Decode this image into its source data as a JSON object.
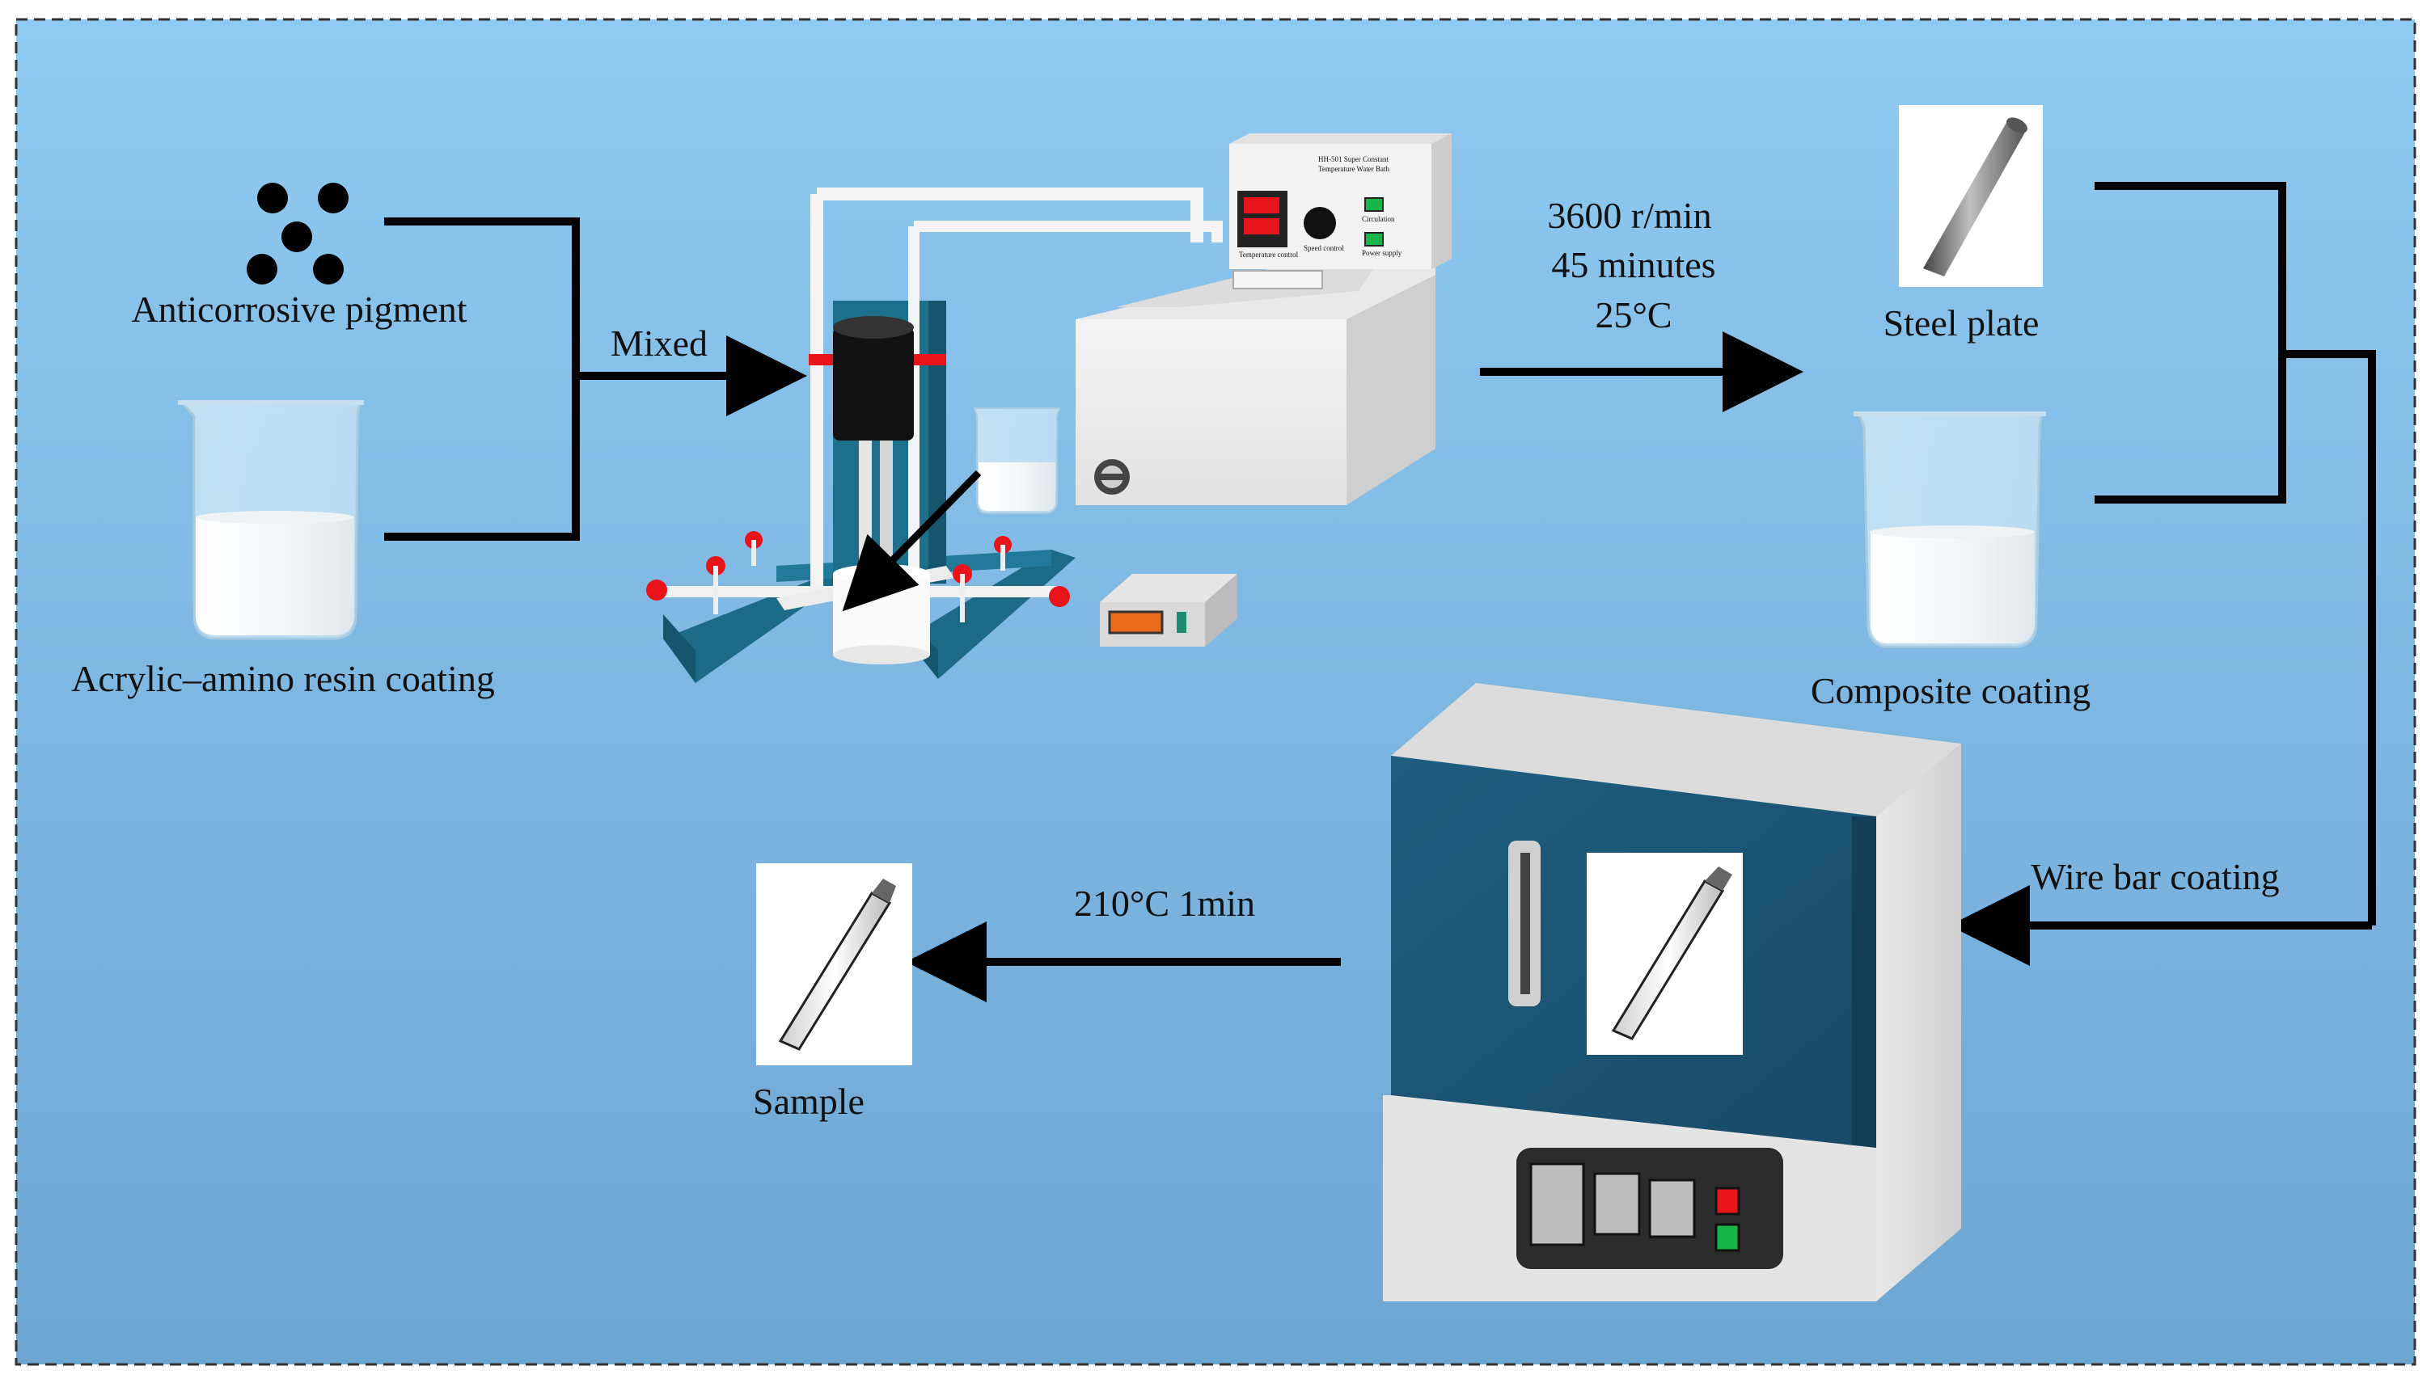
{
  "labels": {
    "anticorrosive_pigment": "Anticorrosive pigment",
    "acrylic_amino_resin": "Acrylic–amino resin coating",
    "mixed": "Mixed",
    "speed": "3600 r/min",
    "duration": "45 minutes",
    "temperature": "25°C",
    "steel_plate": "Steel plate",
    "composite_coating": "Composite coating",
    "wire_bar_coating": "Wire bar coating",
    "curing": "210°C 1min",
    "sample": "Sample"
  },
  "water_bath_panel": {
    "title_line1": "HH-501 Super Constant",
    "title_line2": "Temperature Water Bath",
    "circulation": "Circulation",
    "temperature_control": "Temperature control",
    "speed_control": "Speed control",
    "power_supply": "Power supply"
  },
  "colors": {
    "background_top": "#8ec8f0",
    "background_bottom": "#6fa8d4",
    "arrow": "#000000",
    "stirrer_base": "#1f6f8b",
    "oven_door": "#1d5677",
    "indicator_red": "#e8141a",
    "indicator_green": "#18b54a"
  }
}
